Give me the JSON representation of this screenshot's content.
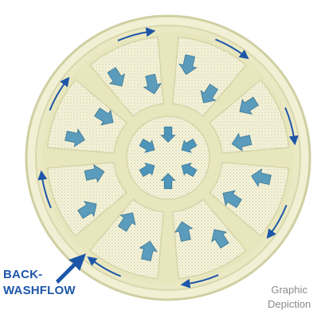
{
  "diagram": {
    "labels": {
      "backwash_line1": "BACK-",
      "backwash_line2": "WASHFLOW",
      "graphic_line1": "Graphic",
      "graphic_line2": "Depiction"
    },
    "colors": {
      "outer_disc": "#f1f0d4",
      "outer_ring": "#cfcfa2",
      "rib": "#e8e6bd",
      "segment": "#f7f5de",
      "dots": "#c9c79a",
      "flow_arrow": "#4f95ba",
      "flow_arrow_dark": "#2f6f93",
      "circulation_arrow": "#1d56a8",
      "label_text": "#1d56a8",
      "caption_text": "#8a8a8a"
    },
    "icons": {
      "flow": "flow-arrow-icon",
      "circulation": "circulation-arrow-icon",
      "backwash": "backwash-arrow-icon"
    }
  }
}
